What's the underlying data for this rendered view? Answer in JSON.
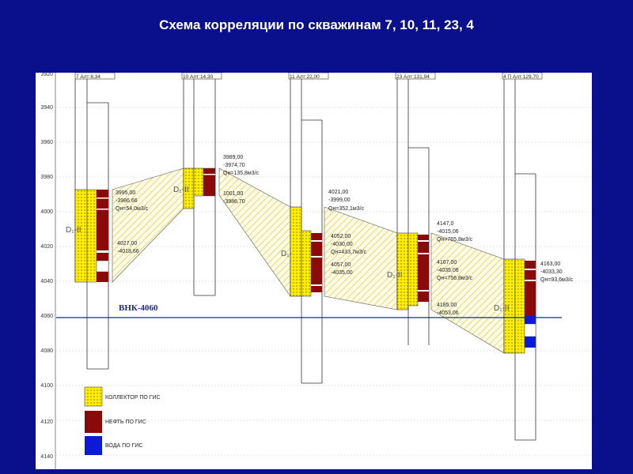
{
  "title": "Схема корреляции по скважинам 7, 10, 11, 23, 4",
  "depth_ticks": [
    "3920",
    "3940",
    "3960",
    "3980",
    "4000",
    "4020",
    "4040",
    "4060",
    "4080",
    "4100",
    "4120",
    "4140"
  ],
  "wells": [
    {
      "header": "7 Алт:8,34"
    },
    {
      "header": "10 Алт:14,30"
    },
    {
      "header": "11 Алт:22,00"
    },
    {
      "header": "23 Алт:131,94"
    },
    {
      "header": "4 П Алт:129,70"
    }
  ],
  "strata_label": "D₁-II",
  "strata_label_short": "D₁-",
  "vnk_label": "ВНК-4060",
  "annotations": [
    {
      "lines": [
        "3995,00",
        "-3986,66",
        "Qн=54,0м3/с"
      ]
    },
    {
      "lines": [
        "4027,00",
        "-4018,66"
      ]
    },
    {
      "lines": [
        "3989,00",
        "-3974,70",
        "Qн=135,8м3/с"
      ]
    },
    {
      "lines": [
        "1001,00",
        "-3986,70"
      ]
    },
    {
      "lines": [
        "4021,00",
        "-3999,00",
        "Qн=352,1м3/с"
      ]
    },
    {
      "lines": [
        "4052,00",
        "-4030,00",
        "Qн=433,7м3/с"
      ]
    },
    {
      "lines": [
        "4057,00",
        "-4035,00"
      ]
    },
    {
      "lines": [
        "4147,0",
        "-4015,06",
        "Qн=765,8м3/с"
      ]
    },
    {
      "lines": [
        "4167,00",
        "-4035,06",
        "Qн=756,8м3/с"
      ]
    },
    {
      "lines": [
        "4185,00",
        "-4053,06"
      ]
    },
    {
      "lines": [
        "4163,00",
        "-4033,30",
        "Qн=93,6м3/с"
      ]
    }
  ],
  "legend": [
    {
      "label": "КОЛЛЕКТОР ПО ГИС",
      "color": "#ffee00"
    },
    {
      "label": "НЕФТЬ ПО ГИС",
      "color": "#8a0a0a"
    },
    {
      "label": "ВОДА ПО ГИС",
      "color": "#0a1ad6"
    }
  ],
  "colors": {
    "background": "#0a0f8c",
    "collector": "#ffee00",
    "oil": "#8a0a0a",
    "water": "#0a1ad6",
    "vnk_line": "#1a2a8c",
    "hatch": "#e8d870"
  }
}
